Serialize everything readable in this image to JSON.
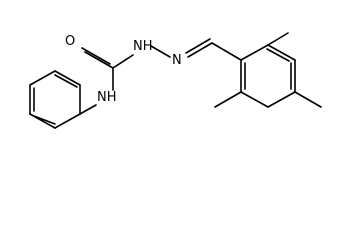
{
  "molecule": {
    "atom_labels": {
      "oxygen": "O",
      "hydrazide_nh": "NH",
      "imine_n": "N",
      "anilide_nh": "NH"
    },
    "colors": {
      "bond": "#000000",
      "label": "#000000",
      "background": "#ffffff"
    }
  }
}
